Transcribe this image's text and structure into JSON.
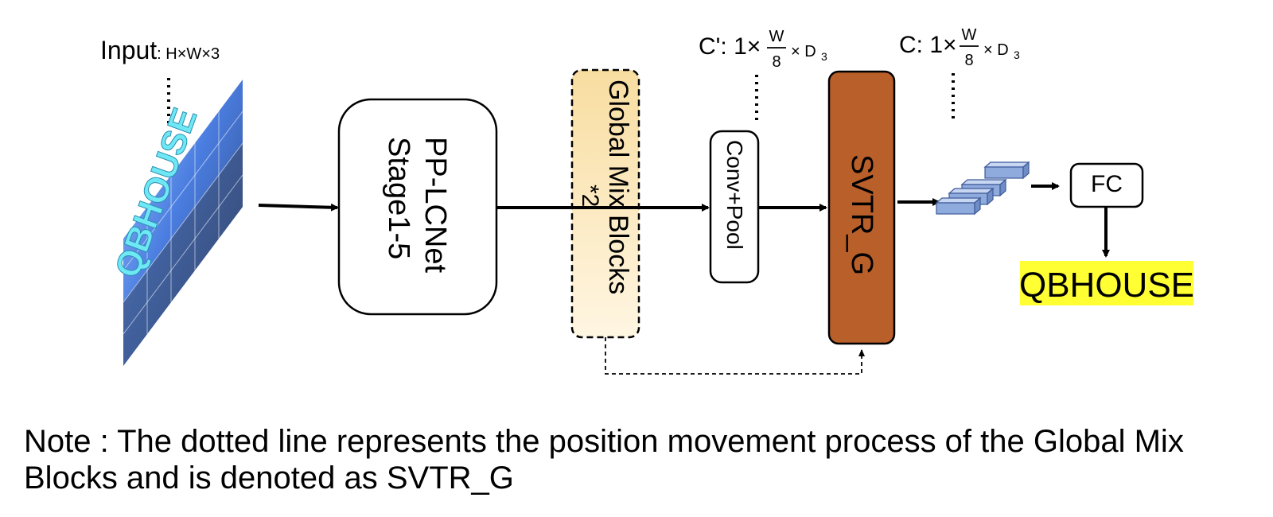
{
  "input": {
    "label": "Input",
    "shape": ": H×W×3",
    "image_text": "QBHOUSE"
  },
  "boxes": {
    "pplcnet_line1": "PP-LCNet",
    "pplcnet_line2": "Stage1-5",
    "global_mix_line1": "Global Mix  Blocks",
    "global_mix_line2": "*2",
    "conv_pool": "Conv+Pool",
    "svtr_g": "SVTR_G",
    "fc": "FC"
  },
  "shapes": {
    "c_prime": {
      "prefix": "C': 1×",
      "num": "W",
      "den": "8",
      "suffix": "× D",
      "sub": "3"
    },
    "c": {
      "prefix": "C: 1×",
      "num": "W",
      "den": "8",
      "suffix": "× D",
      "sub": "3"
    }
  },
  "output": "QBHOUSE",
  "note": "Note : The dotted line represents the position movement process of the Global Mix Blocks and is denoted as SVTR_G",
  "colors": {
    "svtr_fill": "#B85F2A",
    "global_mix_fill_top": "#F8DDA0",
    "global_mix_fill_bottom": "#FFF6E2",
    "output_highlight": "#FFFF33",
    "feature_cube": "#8FAADC",
    "input_image": "#4A7DE0"
  }
}
